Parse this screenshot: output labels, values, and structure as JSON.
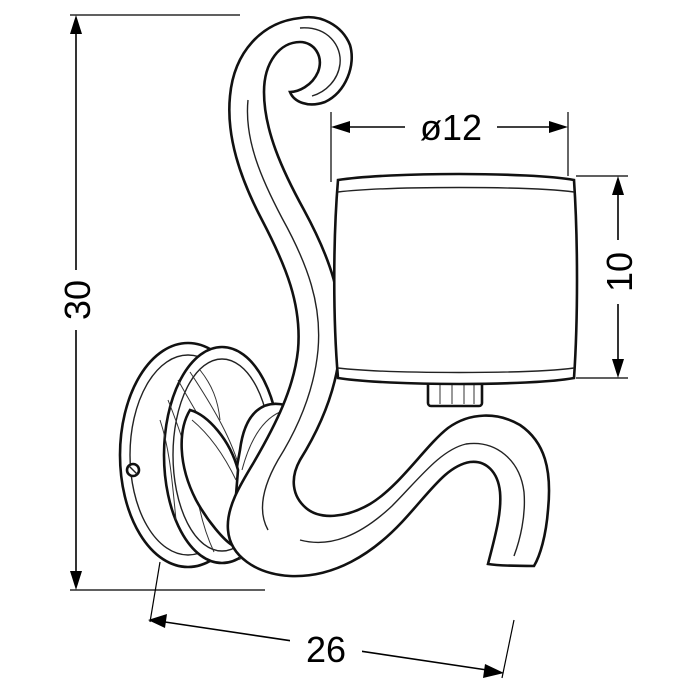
{
  "dimensions": {
    "height": {
      "value": "30"
    },
    "width": {
      "value": "26"
    },
    "shade_diameter": {
      "value": "ø12"
    },
    "shade_height": {
      "value": "10"
    }
  }
}
